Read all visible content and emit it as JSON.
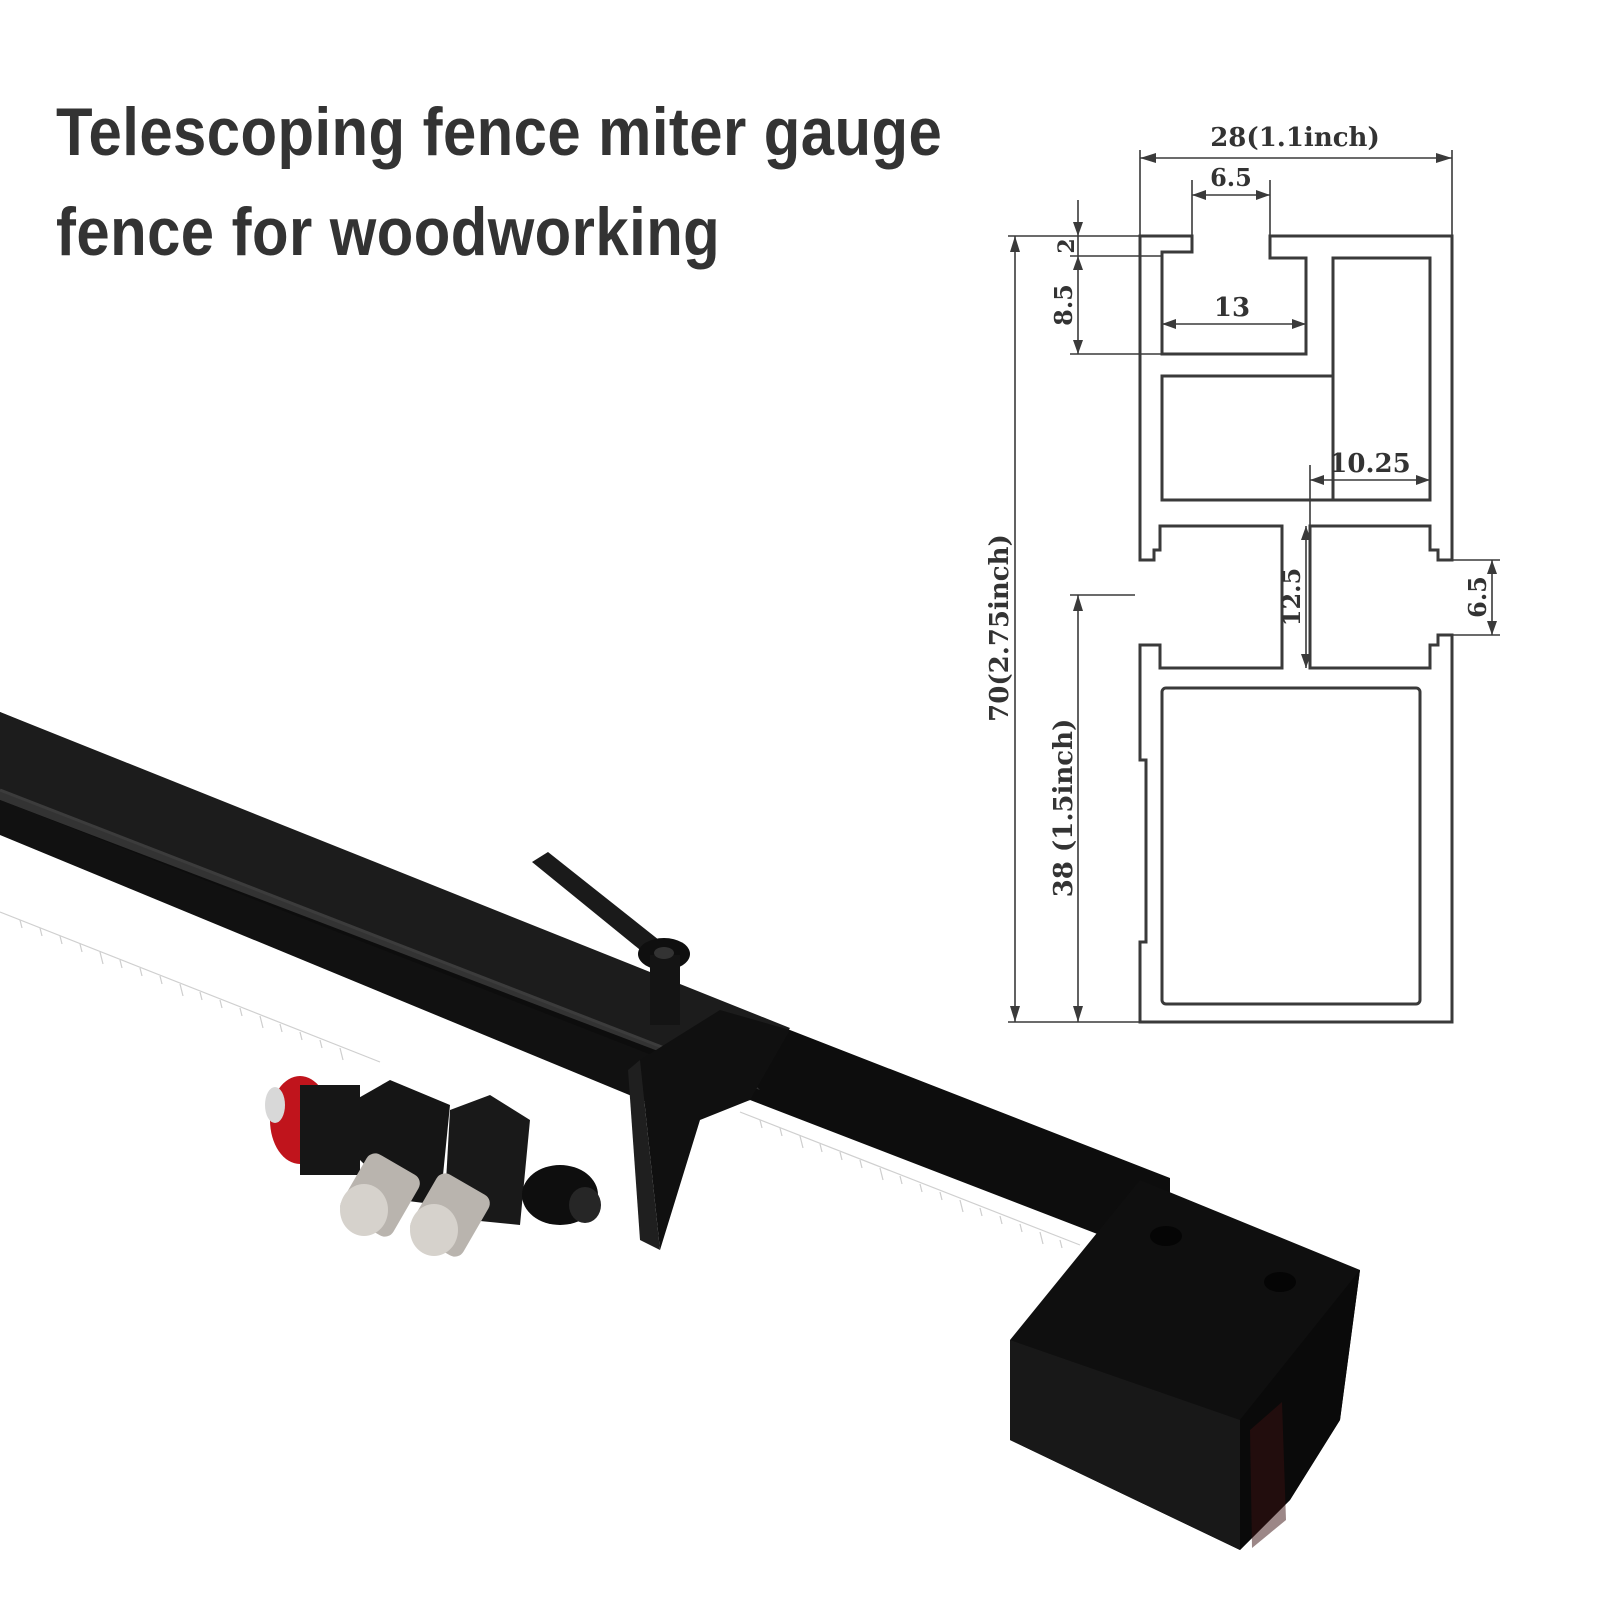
{
  "title": {
    "line1": "Telescoping fence miter gauge",
    "line2": "fence for woodworking"
  },
  "profile_drawing": {
    "width_label": "28(1.1inch)",
    "slot_top_label": "6.5",
    "lip_label": "2",
    "channel_depth_label": "8.5",
    "channel_width_label": "13",
    "inner_width_label": "10.25",
    "groove_height_label": "12.5",
    "groove_depth_label": "6.5",
    "total_height_label": "70(2.75inch)",
    "lower_height_label": "38 (1.5inch)"
  },
  "colors": {
    "title": "#333333",
    "line": "#3a3a3a",
    "fence_body": "#141414",
    "knob_red": "#c0141c",
    "knob_steel": "#b9b4ae"
  }
}
